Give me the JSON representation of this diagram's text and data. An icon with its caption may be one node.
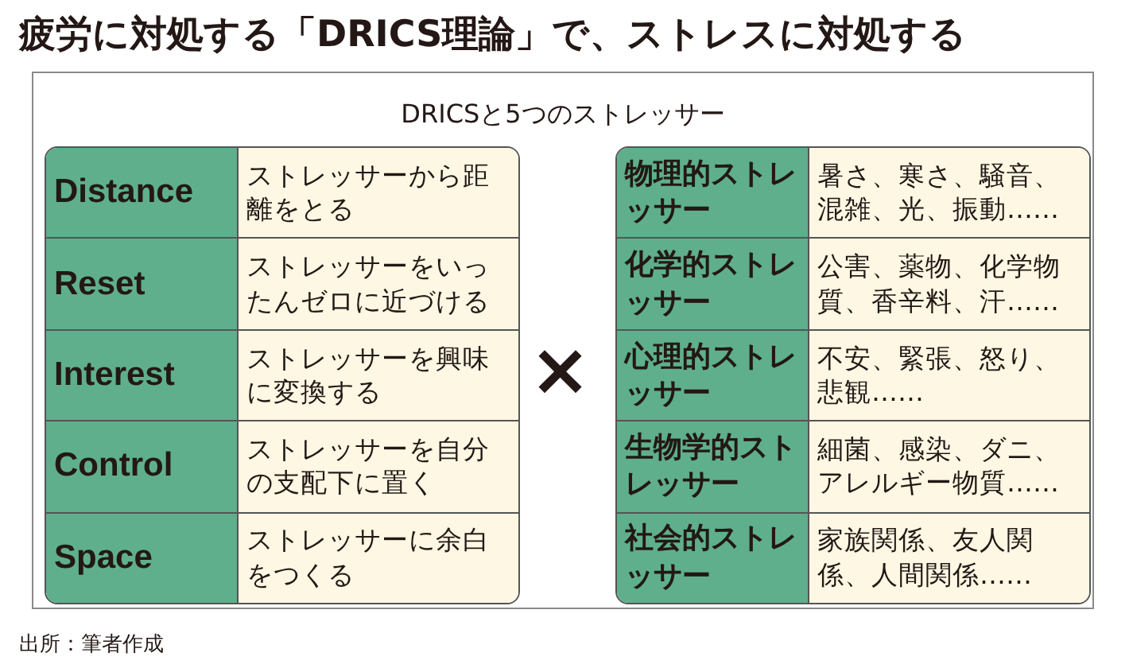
{
  "diagram": {
    "title": "疲労に対処する「DRICS理論」で、ストレスに対処する",
    "caption": "出所：筆者作成",
    "nodes": [
      {
        "text": [
          "DRICSと5つのストレッサー"
        ]
      }
    ],
    "labels": [
      "Distance",
      "ストレッサーから距離をとる",
      "Reset",
      "ストレッサーをいったんゼロに近づける",
      "Interest",
      "ストレッサーを興味に変換する",
      "Control",
      "ストレッサーを自分の支配下に置く",
      "Space",
      "ストレッサーに余白をつくる",
      "×",
      "物理的ストレッサー",
      "暑さ、寒さ、騒音、混雑、光、振動……",
      "化学的ストレッサー",
      "公害、薬物、化学物質、香辛料、汗……",
      "心理的ストレッサー",
      "不安、緊張、怒り、悲観……",
      "生物学的ストレッサー",
      "細菌、感染、ダニ、アレルギー物質……",
      "社会的ストレッサー",
      "家族関係、友人関係、人間関係……"
    ]
  }
}
